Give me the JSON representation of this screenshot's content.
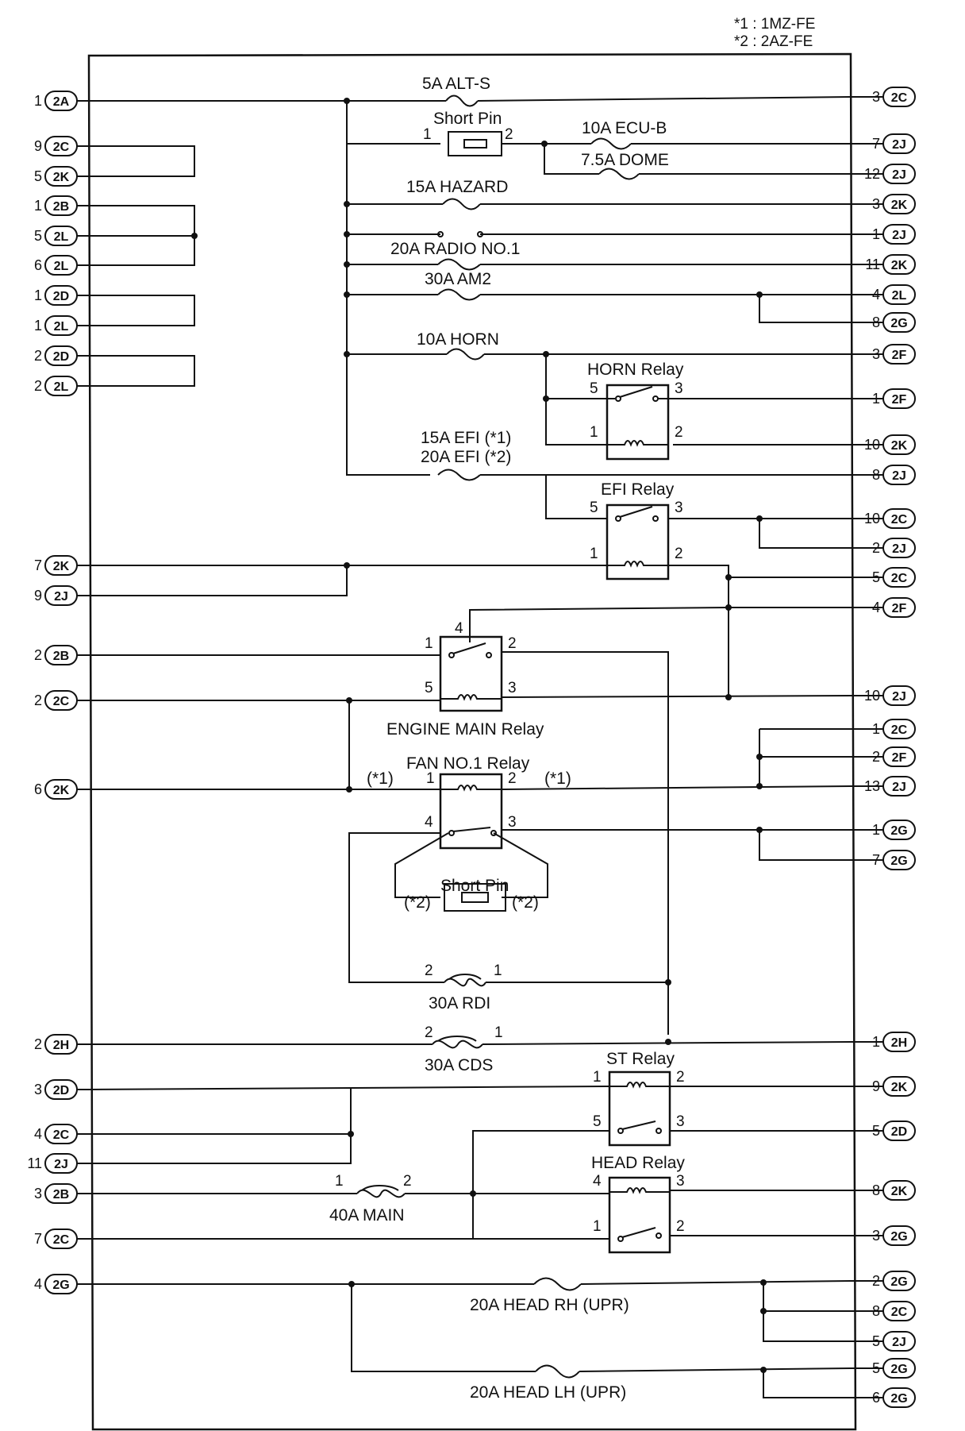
{
  "notes": [
    "*1 : 1MZ-FE",
    "*2 : 2AZ-FE"
  ],
  "left_connectors": [
    {
      "n": "1",
      "c": "2A"
    },
    {
      "n": "9",
      "c": "2C"
    },
    {
      "n": "5",
      "c": "2K"
    },
    {
      "n": "1",
      "c": "2B"
    },
    {
      "n": "5",
      "c": "2L"
    },
    {
      "n": "6",
      "c": "2L"
    },
    {
      "n": "1",
      "c": "2D"
    },
    {
      "n": "1",
      "c": "2L"
    },
    {
      "n": "2",
      "c": "2D"
    },
    {
      "n": "2",
      "c": "2L"
    },
    {
      "n": "7",
      "c": "2K"
    },
    {
      "n": "9",
      "c": "2J"
    },
    {
      "n": "2",
      "c": "2B"
    },
    {
      "n": "2",
      "c": "2C"
    },
    {
      "n": "6",
      "c": "2K"
    },
    {
      "n": "2",
      "c": "2H"
    },
    {
      "n": "3",
      "c": "2D"
    },
    {
      "n": "4",
      "c": "2C"
    },
    {
      "n": "11",
      "c": "2J"
    },
    {
      "n": "3",
      "c": "2B"
    },
    {
      "n": "7",
      "c": "2C"
    },
    {
      "n": "4",
      "c": "2G"
    }
  ],
  "right_connectors": [
    {
      "n": "3",
      "c": "2C"
    },
    {
      "n": "7",
      "c": "2J"
    },
    {
      "n": "12",
      "c": "2J"
    },
    {
      "n": "3",
      "c": "2K"
    },
    {
      "n": "1",
      "c": "2J"
    },
    {
      "n": "11",
      "c": "2K"
    },
    {
      "n": "4",
      "c": "2L"
    },
    {
      "n": "8",
      "c": "2G"
    },
    {
      "n": "3",
      "c": "2F"
    },
    {
      "n": "1",
      "c": "2F"
    },
    {
      "n": "10",
      "c": "2K"
    },
    {
      "n": "8",
      "c": "2J"
    },
    {
      "n": "10",
      "c": "2C"
    },
    {
      "n": "2",
      "c": "2J"
    },
    {
      "n": "5",
      "c": "2C"
    },
    {
      "n": "4",
      "c": "2F"
    },
    {
      "n": "10",
      "c": "2J"
    },
    {
      "n": "1",
      "c": "2C"
    },
    {
      "n": "2",
      "c": "2F"
    },
    {
      "n": "13",
      "c": "2J"
    },
    {
      "n": "1",
      "c": "2G"
    },
    {
      "n": "7",
      "c": "2G"
    },
    {
      "n": "1",
      "c": "2H"
    },
    {
      "n": "9",
      "c": "2K"
    },
    {
      "n": "5",
      "c": "2D"
    },
    {
      "n": "8",
      "c": "2K"
    },
    {
      "n": "3",
      "c": "2G"
    },
    {
      "n": "2",
      "c": "2G"
    },
    {
      "n": "8",
      "c": "2C"
    },
    {
      "n": "5",
      "c": "2J"
    },
    {
      "n": "5",
      "c": "2G"
    },
    {
      "n": "6",
      "c": "2G"
    }
  ],
  "fuses": {
    "alt_s": "5A ALT-S",
    "short_pin": "Short Pin",
    "ecu_b": "10A ECU-B",
    "dome": "7.5A DOME",
    "hazard": "15A HAZARD",
    "radio": "20A RADIO NO.1",
    "am2": "30A AM2",
    "horn": "10A HORN",
    "efi1": "15A EFI (*1)",
    "efi2": "20A EFI (*2)",
    "rdi": "30A RDI",
    "cds": "30A CDS",
    "main": "40A MAIN",
    "head_rh": "20A HEAD RH (UPR)",
    "head_lh": "20A HEAD LH (UPR)"
  },
  "relays": {
    "horn": "HORN Relay",
    "efi": "EFI Relay",
    "engine_main": "ENGINE MAIN Relay",
    "fan1": "FAN NO.1 Relay",
    "st": "ST Relay",
    "head": "HEAD Relay"
  },
  "marks": {
    "m1": "(*1)",
    "m2": "(*2)"
  },
  "pins": {
    "p1": "1",
    "p2": "2",
    "p3": "3",
    "p4": "4",
    "p5": "5"
  }
}
